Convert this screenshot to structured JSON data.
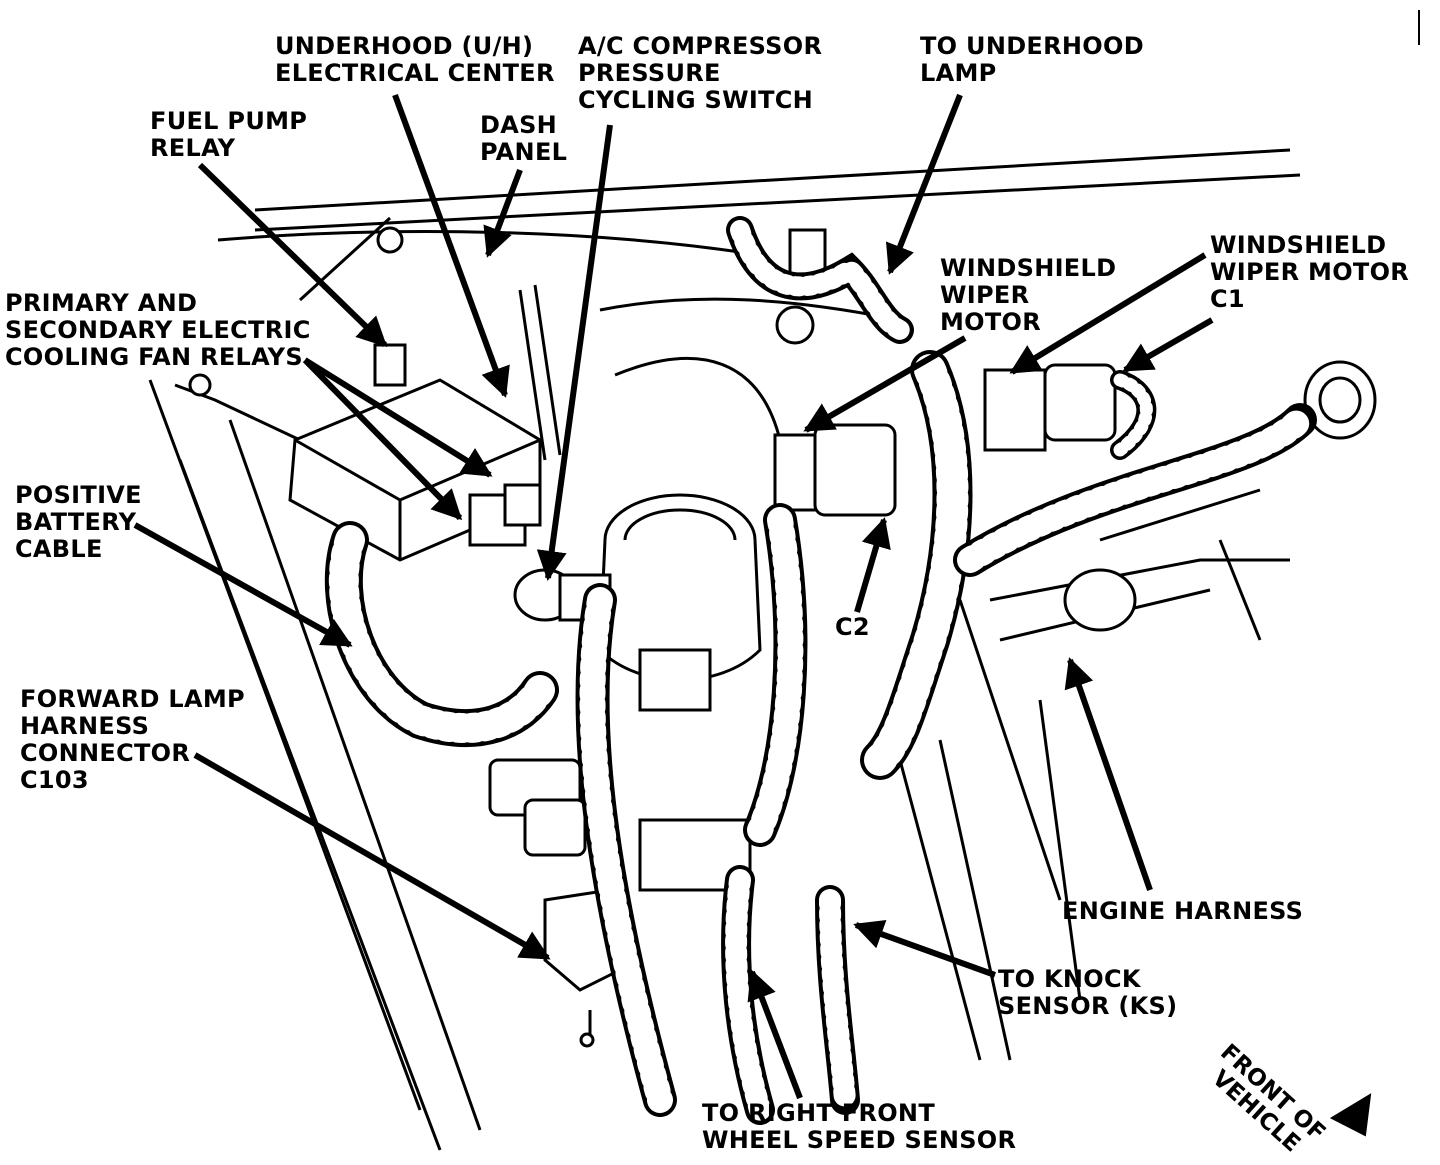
{
  "diagram": {
    "labels": {
      "fuel_pump_relay": [
        "FUEL PUMP",
        "RELAY"
      ],
      "underhood_center": [
        "UNDERHOOD (U/H)",
        "ELECTRICAL CENTER"
      ],
      "ac_switch": [
        "A/C COMPRESSOR",
        "PRESSURE",
        "CYCLING SWITCH"
      ],
      "dash_panel": [
        "DASH",
        "PANEL"
      ],
      "underhood_lamp": [
        "TO UNDERHOOD",
        "LAMP"
      ],
      "fan_relays": [
        "PRIMARY AND",
        "SECONDARY ELECTRIC",
        "COOLING FAN RELAYS"
      ],
      "wiper_motor": [
        "WINDSHIELD",
        "WIPER",
        "MOTOR"
      ],
      "wiper_motor_c1": [
        "WINDSHIELD",
        "WIPER MOTOR",
        "C1"
      ],
      "battery_cable": [
        "POSITIVE",
        "BATTERY",
        "CABLE"
      ],
      "c2": [
        "C2"
      ],
      "forward_lamp": [
        "FORWARD LAMP",
        "HARNESS",
        "CONNECTOR",
        "C103"
      ],
      "engine_harness": [
        "ENGINE HARNESS"
      ],
      "knock_sensor": [
        "TO KNOCK",
        "SENSOR (KS)"
      ],
      "wheel_speed": [
        "TO RIGHT FRONT",
        "WHEEL SPEED SENSOR"
      ],
      "front_of_vehicle": [
        "FRONT OF",
        "VEHICLE"
      ]
    }
  }
}
